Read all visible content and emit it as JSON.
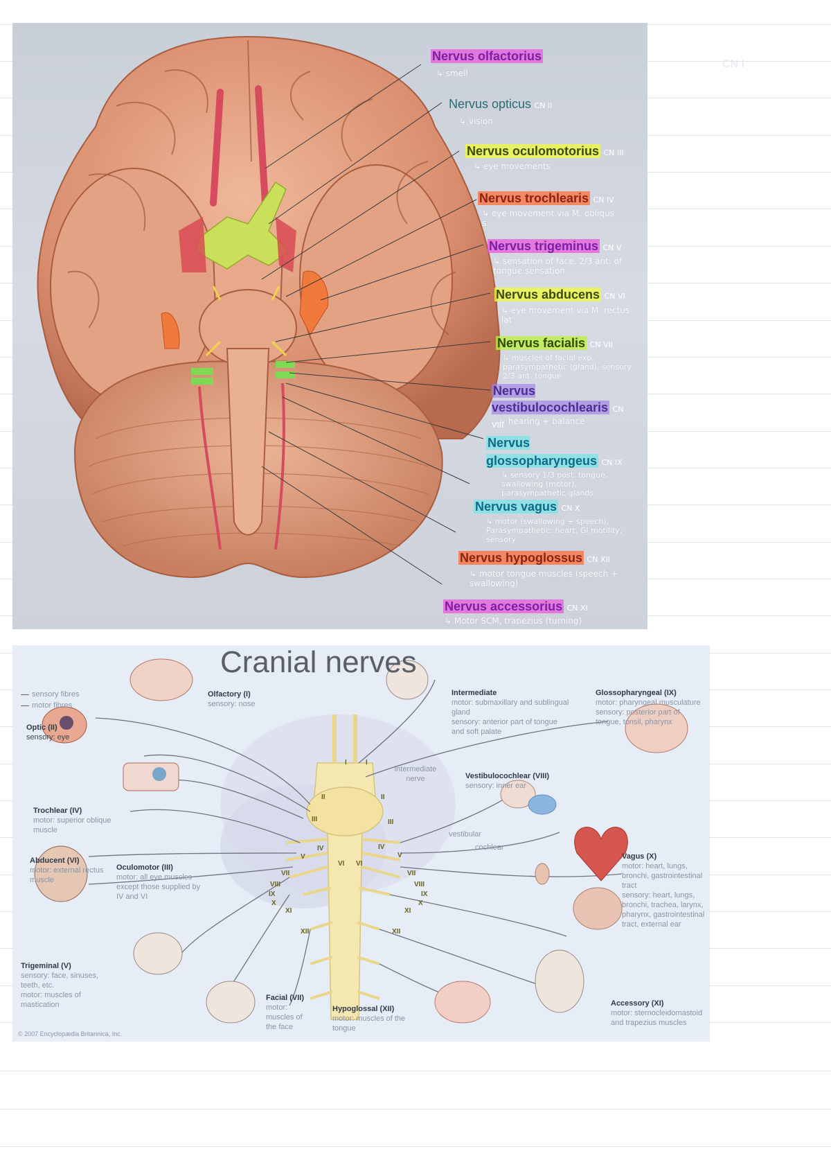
{
  "ghost_text": "CN I",
  "top": {
    "nerves": [
      {
        "name": "Nervus olfactorius",
        "note": "↳ smell",
        "cn": ""
      },
      {
        "name": "Nervus opticus",
        "note": "↳ vision",
        "cn": "CN II"
      },
      {
        "name": "Nervus oculomotorius",
        "note": "↳ eye movements",
        "cn": "CN III"
      },
      {
        "name": "Nervus trochlearis",
        "note": "↳ eye movement via M. obliqus s",
        "cn": "CN IV"
      },
      {
        "name": "Nervus trigeminus",
        "note": "↳ sensation of face, 2/3 ant. of tongue sensation",
        "cn": "CN V"
      },
      {
        "name": "Nervus abducens",
        "note": "↳ eye movement via M. rectus lat",
        "cn": "CN VI"
      },
      {
        "name": "Nervus facialis",
        "note": "↳ muscles of facial exp, parasympathetic (gland), sensory 2/3 ant. tongue",
        "cn": "CN VII"
      },
      {
        "name": "Nervus vestibulocochlearis",
        "note": "↳ hearing + balance",
        "cn": "CN VIII"
      },
      {
        "name": "Nervus glossopharyngeus",
        "note": "↳ sensory 1/3 post. tongue, swallowing (motor), parasympathetic glands",
        "cn": "CN IX"
      },
      {
        "name": "Nervus vagus",
        "note": "↳ motor (swallowing + speech), Parasympathetic: heart, GI motility, sensory",
        "cn": "CN X"
      },
      {
        "name": "Nervus hypoglossus",
        "note": "↳ motor tongue muscles (speech + swallowing)",
        "cn": "CN XII"
      },
      {
        "name": "Nervus accessorius",
        "note": "↳ Motor SCM, trapezius (turning)",
        "cn": "CN XI"
      }
    ]
  },
  "bottom": {
    "title": "Cranial nerves",
    "legend": [
      "sensory fibres",
      "motor fibres"
    ],
    "copyright": "© 2007 Encyclopædia Britannica, Inc.",
    "labels": {
      "olfactory": {
        "name": "Olfactory (I)",
        "detail": "sensory: nose"
      },
      "optic": {
        "name": "Optic (II)",
        "detail": "sensory: eye"
      },
      "trochlear": {
        "name": "Trochlear (IV)",
        "detail": "motor: superior oblique muscle"
      },
      "abducent": {
        "name": "Abducent (VI)",
        "detail": "motor: external rectus muscle"
      },
      "oculomotor": {
        "name": "Oculomotor (III)",
        "detail": "motor: all eye muscles except those supplied by IV and VI"
      },
      "trigeminal": {
        "name": "Trigeminal (V)",
        "detail": "sensory: face, sinuses, teeth, etc.",
        "detail2": "motor: muscles of mastication"
      },
      "facial": {
        "name": "Facial (VII)",
        "detail": "motor: muscles of the face"
      },
      "hypoglossal": {
        "name": "Hypoglossal (XII)",
        "detail": "motor: muscles of the tongue"
      },
      "intermediate": {
        "name": "Intermediate",
        "detail": "motor: submaxillary and sublingual gland",
        "detail2": "sensory: anterior part of tongue and soft palate"
      },
      "intermediate_nerve": "intermediate nerve",
      "vestibulocochlear": {
        "name": "Vestibulocochlear (VIII)",
        "detail": "sensory: inner ear"
      },
      "vestibular": "vestibular",
      "cochlear": "cochlear",
      "glossopharyngeal": {
        "name": "Glossopharyngeal (IX)",
        "detail": "motor: pharyngeal musculature",
        "detail2": "sensory: posterior part of tongue, tonsil, pharynx"
      },
      "vagus": {
        "name": "Vagus (X)",
        "detail": "motor: heart, lungs, bronchi, gastrointestinal tract",
        "detail2": "sensory: heart, lungs, bronchi, trachea, larynx, pharynx, gastrointestinal tract, external ear"
      },
      "accessory": {
        "name": "Accessory (XI)",
        "detail": "motor: sternocleidomastoid and trapezius muscles"
      }
    },
    "roman": [
      "I",
      "I",
      "II",
      "II",
      "III",
      "III",
      "IV",
      "IV",
      "V",
      "V",
      "VI",
      "VI",
      "VII",
      "VII",
      "VIII",
      "VIII",
      "IX",
      "IX",
      "X",
      "X",
      "XI",
      "XI",
      "XII",
      "XII"
    ]
  }
}
